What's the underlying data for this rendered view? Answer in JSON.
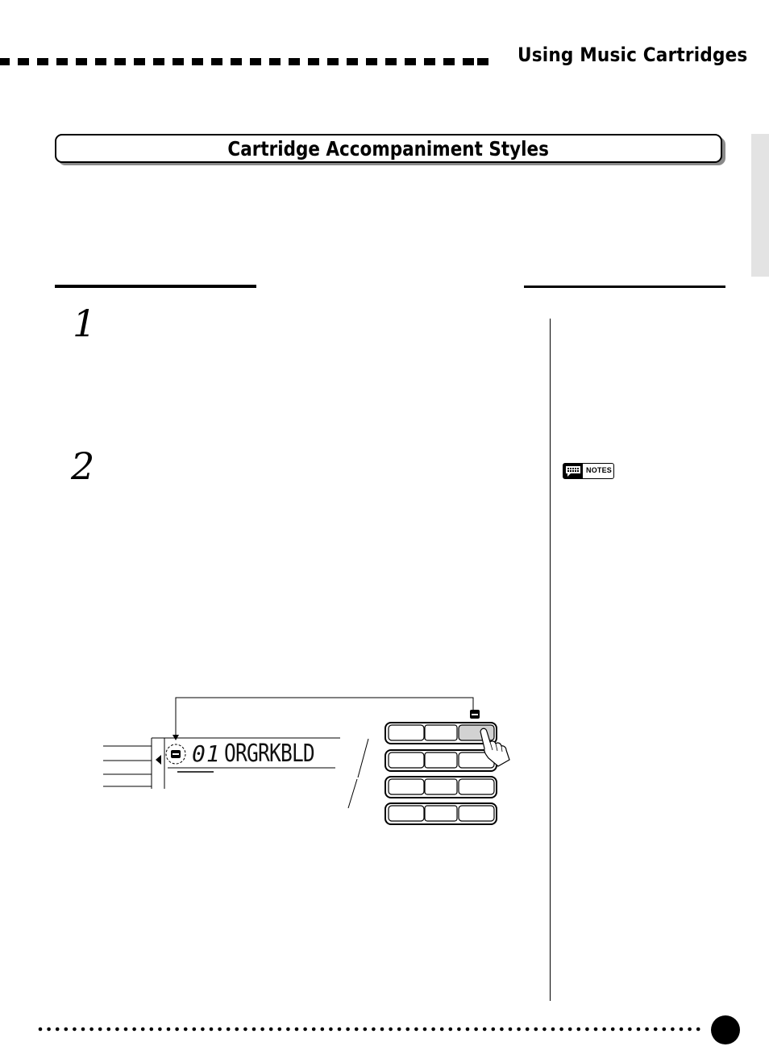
{
  "header": {
    "section_title": "Using Music Cartridges"
  },
  "banner": {
    "title": "Cartridge Accompaniment Styles"
  },
  "steps": [
    {
      "number": "1"
    },
    {
      "number": "2"
    }
  ],
  "sidebar": {
    "notes_label": "NOTES"
  },
  "display": {
    "style_number": "01",
    "style_name": "ORGRKBLD",
    "cart_indicator": "CART"
  },
  "icons": {
    "notes": "notes-speech-bubble-icon",
    "cart": "cart-indicator-icon",
    "hand": "pressing-hand-icon",
    "pointer": "left-triangle-pointer-icon"
  }
}
